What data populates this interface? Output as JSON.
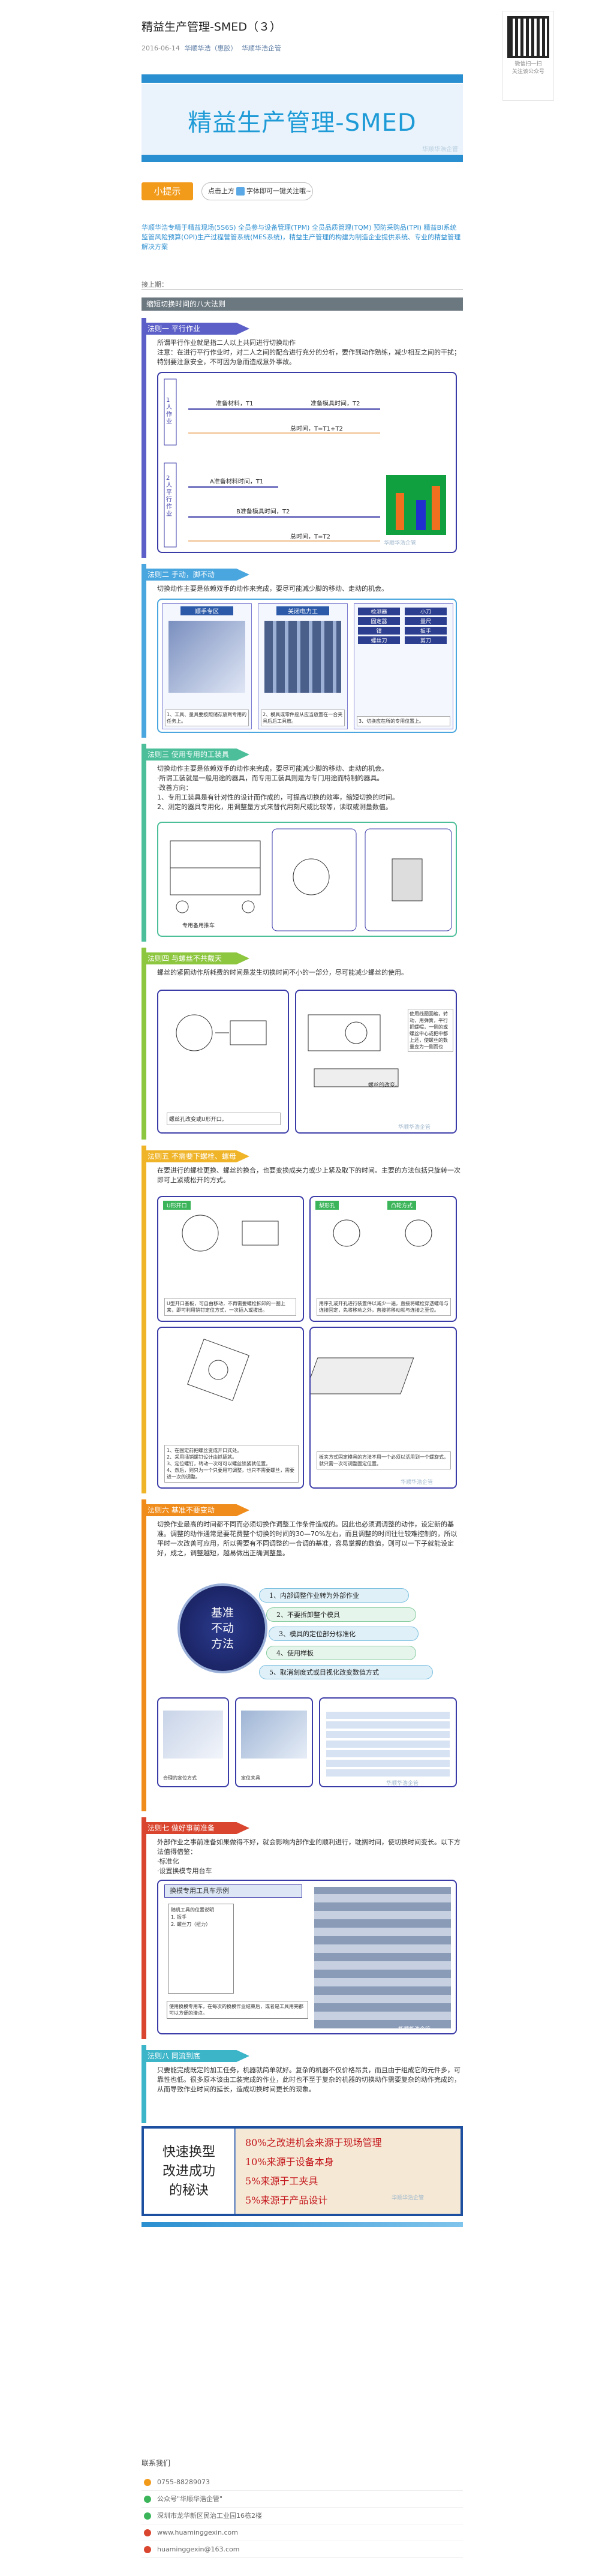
{
  "article": {
    "title": "精益生产管理-SMED（３）",
    "date": "2016-06-14",
    "author": "华顺华浩（惠胶）",
    "account": "华顺华浩企管"
  },
  "qr": {
    "caption_line1": "微信扫一扫",
    "caption_line2": "关注该公众号"
  },
  "banner": {
    "heading": "精益生产管理-SMED",
    "watermark": "华顺华浩企管"
  },
  "tip": {
    "tag": "小提示",
    "text_before": "点击上方",
    "text_after": "字体即可一键关注哦~"
  },
  "intro": "华顺华浩专精于精益现场(5S6S) 全员参与设备管理(TPM) 全员品质管理(TQM) 预防采购品(TPI) 精益BI系统监管风险预算(OPI)生产过程营管系统(MES系统)，精益生产管理的构建为制造企业提供系统、专业的精益管理解决方案",
  "continued_label": "接上期：",
  "main_heading": "缩短切换时间的八大法则",
  "colors": {
    "blue": "#2a8fd0",
    "orange": "#f29a1a",
    "rule1": "#5b5fc7",
    "rule2": "#4aa6de",
    "rule3": "#4cbf9a",
    "rule4": "#8dc63f",
    "rule5": "#f0b429",
    "rule6": "#f08c1c",
    "rule7": "#d9452e",
    "rule8": "#3cb5c9"
  },
  "rules": [
    {
      "head": "法则一  平行作业",
      "body": "所谓平行作业就是指二人以上共同进行切换动作\n注意：在进行平行作业时，对二人之间的配合进行充分的分析，要作到动作熟练，减少相互之间的干扰；特别要注意安全，不可因为急而造成意外事故。",
      "diagram": {
        "row1_label": "1人作业",
        "row2_label": "2人平行作业",
        "task_a": "准备材料，T1",
        "task_b": "准备模具时间，T2",
        "total1": "总时间，T=T1+T2",
        "task_a2": "A准备材料时间，T1",
        "task_b2": "B准备模具时间，T2",
        "total2": "总时间，T=T2"
      }
    },
    {
      "head": "法则二  手动，脚不动",
      "body": "切换动作主要是依赖双手的动作来完成，要尽可能减少脚的移动、走动的机会。",
      "captions": [
        "1、工具、量具要按照储存放到专用的任务上。",
        "2、模具或零件座从应当放置在一合夹具后后工具放。",
        "3、切换应在所的专用位置上。"
      ],
      "panel_titles": [
        "顺手专区",
        "关闭电力工"
      ],
      "tool_labels": [
        "检测器",
        "固定器",
        "钳",
        "螺丝刀",
        "小刀",
        "量尺",
        "扳手",
        "剪刀"
      ]
    },
    {
      "head": "法则三  使用专用的工装具",
      "body": "切换动作主要是依赖双手的动作来完成，要尽可能减少脚的移动、走动的机会。\n·所谓工装就是一般用途的器具，而专用工装具则是为专门用途而特制的器具。\n·改善方向：\n1、专用工装具是有针对性的设计而作成的，可提高切换的效率，缩短切换的时间。\n2、测定的器具专用化，用调整量方式来替代用刻尺或比较等，读取或测量数值。",
      "captions": [
        "专用备用推车"
      ]
    },
    {
      "head": "法则四  与螺丝不共戴天",
      "body": "螺丝的紧固动作所耗费的时间是发生切换时间不小的一部分，尽可能减少螺丝的使用。",
      "captions": [
        "螺丝孔改变或U形开口。",
        "螺丝的改变。",
        "使用线圈圆缩，转动，用弹簧，平行把螺帽，一侧的或螺丝中心或把中都上还，使螺丝的数量变为一侧而也"
      ]
    },
    {
      "head": "法则五  不需要下螺栓、螺母",
      "body": "在要进行的螺栓更换、螺丝的换合，也要变换成夹力或少上紧及取下的时间。主要的方法包括只旋转一次即可上紧或松开的方式。",
      "captions": [
        "U型开口基板，可自由移动，不再需要螺栓拆卸的一圈上来，即可利用销钉定位方式，一次插入或拔出。",
        "用序孔或开孔进行装置件以减少一遍，直接将螺栓穿透螺母与连接固定，先将移动之外，直接将移动就与连接之至位。",
        "1、在固定前把螺丝变成开口式处。\n2、采用插销螺钉设计由抓插就。\n3、定位螺钉，转动一次可可以螺丝锁紧就位置。\n4、然后，则只为一个只要用可调整，也只不需要螺丝，需要进一次的调整。",
        "板夹方式固定模具的方法不用一个必须以活用到一个螺旋式，就只需一次可调整固定位置。"
      ],
      "tags": [
        "U形开口",
        "梨形孔",
        "凸轮方式"
      ]
    },
    {
      "head": "法则六  基准不要变动",
      "body": "切换作业最高的时间都不同而必须切换作调整工作条件造成的。因此也必须调调整的动作，设定新的基准。调整的动作通常是要花费整个切换的时间的30—70%左右，而且调整的时间往往较难控制的，所以平时一次改善可应用，所以需要有不同调整的一合调的基准，容易掌握的数值，则可以一下子就能设定好，成之，调整越短，越易做出正确调整量。",
      "circle_text": [
        "基准",
        "不动",
        "方法"
      ],
      "steps": [
        "1、内部调整作业转为外部作业",
        "2、不要拆卸整个模具",
        "3、模具的定位部分标准化",
        "4、使用样板",
        "5、取消刻度式或目视化改变数值方式"
      ],
      "captions": [
        "合理的定位方式",
        "定位夹具"
      ]
    },
    {
      "head": "法则七  做好事前准备",
      "body": "外部作业之事前准备如果做得不好，就会影响内部作业的顺利进行，耽搁时间，使切换时间变长。以下方法值得借鉴：",
      "list": [
        "·标准化",
        "·设置换模专用台车"
      ],
      "panel_title": "换模专用工具车示例",
      "note": "使用换模专用车，在每次的换模作业结束后，或者是工具用完都可以方便的清点。",
      "card": "随机工具的位置说明\n1. 扳手\n2. 螺丝刀（扭力）"
    },
    {
      "head": "法则八  同流到底",
      "body": "只要能完成既定的加工任务，机器就简单就好。复杂的机器不仅价格昂贵，而且由于组成它的元件多，可靠性也低。很多原本该由工装完成的作业，此时也不至于复杂的机器的切换动作需要复杂的动作完成的，从而导致作业时间的延长，造成切换时间更长的现象。"
    }
  ],
  "summary": {
    "left": [
      "快速换型",
      "改进成功",
      "的秘诀"
    ],
    "items": [
      "80%之改进机会来源于现场管理",
      "10%来源于设备本身",
      "5%来源于工夹具",
      "5%来源于产品设计"
    ]
  },
  "footer": {
    "heading": "联系我们",
    "phone": "0755-88289073",
    "wechat": "公众号\"华顺华浩企管\"",
    "address": "深圳市龙华新区民治工业园16栋2楼",
    "web": "www.huaminggexin.com",
    "email": "huaminggexin@163.com"
  },
  "watermark": "华顺华浩企管"
}
